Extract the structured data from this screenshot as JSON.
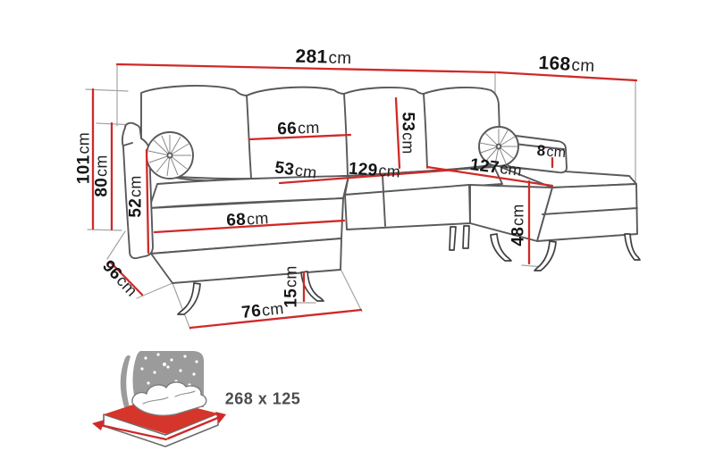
{
  "diagram_type": "sofa-dimension-diagram",
  "colors": {
    "accent": "#cf2a28",
    "bed_red": "#d5352b",
    "outline": "#58595b",
    "leg": "#3f4042",
    "muted": "#a3a3a3",
    "label": "#151515",
    "icon_gray": "#9b9b9b",
    "bed_text": "#4c4c4c"
  },
  "measurements": [
    {
      "name": "total-width",
      "value": "281",
      "unit": "cm"
    },
    {
      "name": "side-depth",
      "value": "168",
      "unit": "cm"
    },
    {
      "name": "back-height",
      "value": "101",
      "unit": "cm"
    },
    {
      "name": "armrest-height",
      "value": "80",
      "unit": "cm"
    },
    {
      "name": "armrest-inner-height",
      "value": "52",
      "unit": "cm"
    },
    {
      "name": "back-cushion-width",
      "value": "66",
      "unit": "cm"
    },
    {
      "name": "back-cushion-height",
      "value": "53",
      "unit": "cm"
    },
    {
      "name": "seat-depth",
      "value": "53",
      "unit": "cm"
    },
    {
      "name": "seat-width",
      "value": "129",
      "unit": "cm"
    },
    {
      "name": "chaise-length",
      "value": "127",
      "unit": "cm"
    },
    {
      "name": "armrest-width",
      "value": "8",
      "unit": "cm"
    },
    {
      "name": "chaise-front-width",
      "value": "68",
      "unit": "cm"
    },
    {
      "name": "seat-height",
      "value": "48",
      "unit": "cm"
    },
    {
      "name": "chaise-depth",
      "value": "96",
      "unit": "cm"
    },
    {
      "name": "base-width",
      "value": "76",
      "unit": "cm"
    },
    {
      "name": "leg-height",
      "value": "15",
      "unit": "cm"
    }
  ],
  "sleeping_area": {
    "label": "268 x 125"
  }
}
